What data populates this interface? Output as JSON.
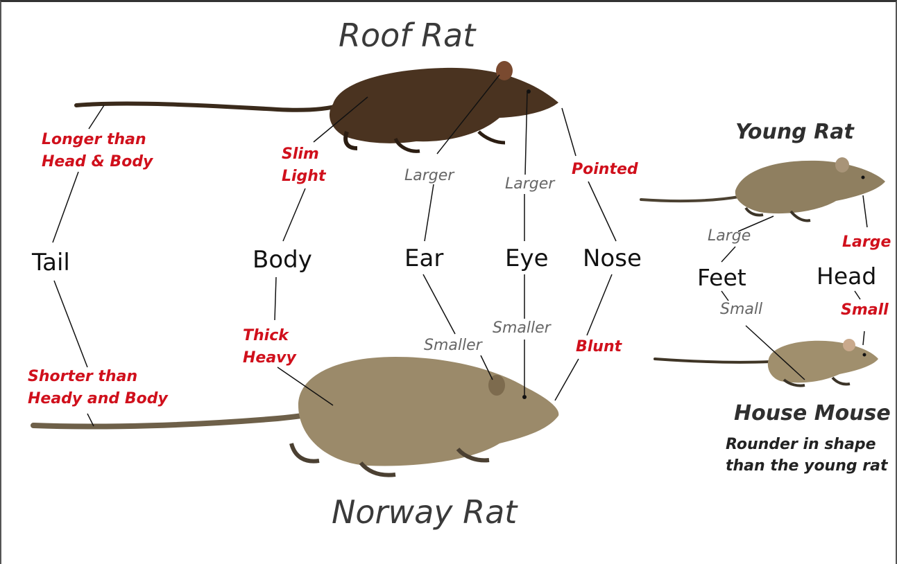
{
  "titles": {
    "roof_rat": "Roof Rat",
    "norway_rat": "Norway Rat",
    "young_rat": "Young Rat",
    "house_mouse": "House Mouse",
    "house_mouse_note_line1": "Rounder in shape",
    "house_mouse_note_line2": "than the young rat"
  },
  "features": {
    "tail": "Tail",
    "body": "Body",
    "ear": "Ear",
    "eye": "Eye",
    "nose": "Nose",
    "feet": "Feet",
    "head": "Head"
  },
  "roof_rat_traits": {
    "tail_line1": "Longer than",
    "tail_line2": "Head & Body",
    "body_line1": "Slim",
    "body_line2": "Light",
    "ear": "Larger",
    "eye": "Larger",
    "nose": "Pointed"
  },
  "norway_rat_traits": {
    "tail_line1": "Shorter than",
    "tail_line2": "Heady and Body",
    "body_line1": "Thick",
    "body_line2": "Heavy",
    "ear": "Smaller",
    "eye": "Smaller",
    "nose": "Blunt"
  },
  "young_rat_traits": {
    "feet": "Large",
    "head": "Large"
  },
  "house_mouse_traits": {
    "feet": "Small",
    "head": "Small"
  },
  "colors": {
    "red_label": "#d0101c",
    "gray_label": "#666666",
    "roof_rat_fur": "#4a3320",
    "norway_rat_fur": "#9b8a6a",
    "young_rat_fur": "#8f7f60",
    "house_mouse_fur": "#a08f6d"
  }
}
